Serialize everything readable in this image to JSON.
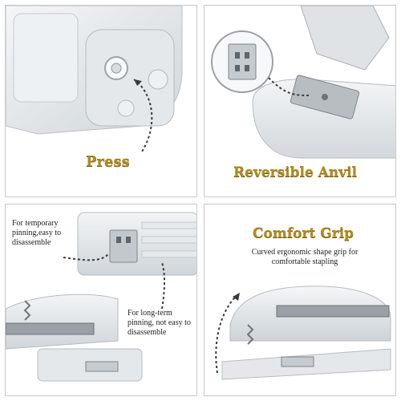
{
  "panels": {
    "press": {
      "title": "Press"
    },
    "anvil": {
      "title": "Reversible Anvil"
    },
    "pinning": {
      "temporary": "For temporary pinning,easy to disassemble",
      "longterm": "For long-term pinning, not easy to disassemble"
    },
    "grip": {
      "title": "Comfort Grip",
      "caption": "Curved ergonomic shape grip for comfortable stapling"
    }
  },
  "colors": {
    "gold": "#b08a24",
    "border": "#c9c9c9",
    "clear_plastic": "#e8ecef",
    "metal": "#9aa0a6"
  }
}
